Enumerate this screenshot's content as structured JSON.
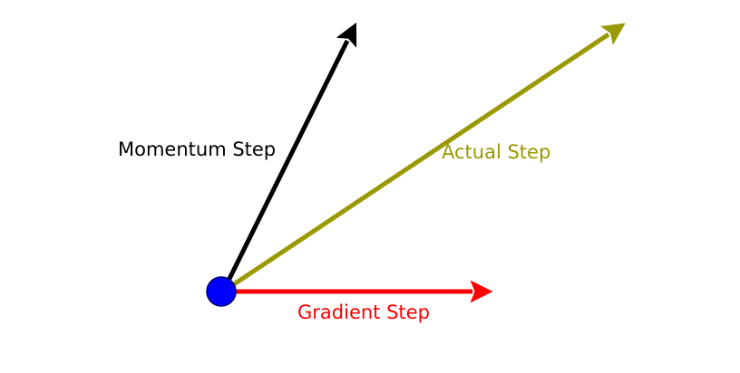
{
  "diagram": {
    "labels": {
      "momentum": "Momentum Step",
      "actual": "Actual Step",
      "gradient": "Gradient Step"
    },
    "colors": {
      "momentum": "#000000",
      "actual": "#999900",
      "gradient": "#ff0000",
      "origin": "#0000ff"
    }
  }
}
